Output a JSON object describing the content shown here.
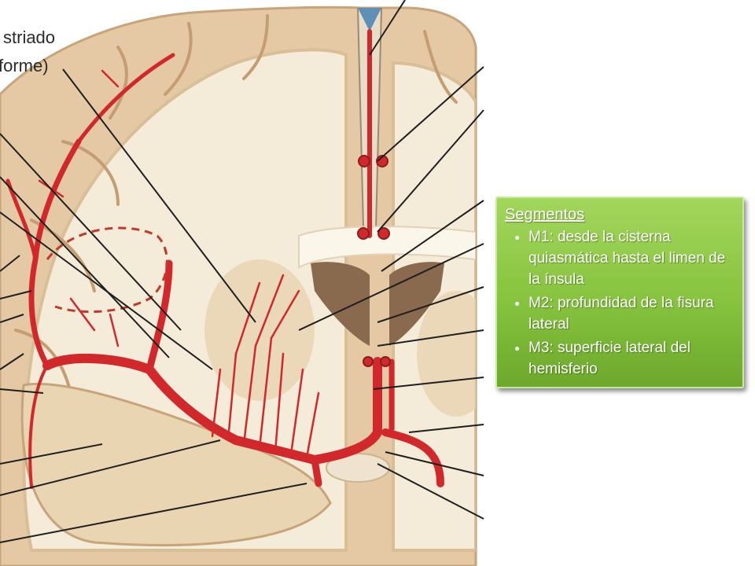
{
  "figure": {
    "labels": [
      "striado",
      "forme)"
    ]
  },
  "callout": {
    "title": "Segmentos",
    "items": [
      "M1: desde la cisterna quiasmática hasta el limen de la ínsula",
      "M2: profundidad de la fisura lateral",
      "M3: superficie lateral del hemisferio"
    ]
  },
  "colors": {
    "gray_matter": "#e4c9a4",
    "white_matter": "#f4ecd8",
    "arteries": "#d1282c",
    "callout_fill": "#8cc63f"
  }
}
